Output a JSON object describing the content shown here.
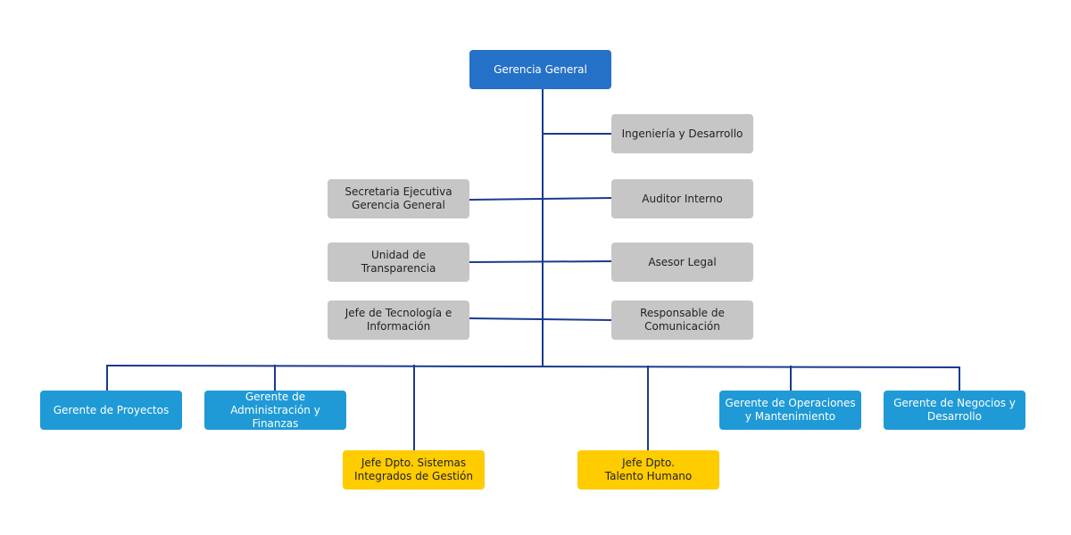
{
  "org_chart": {
    "root": "Gerencia General",
    "staff_right": [
      "Ingeniería y Desarrollo",
      "Auditor Interno",
      "Asesor Legal",
      "Responsable de\nComunicación"
    ],
    "staff_left": [
      "Secretaria Ejecutiva\nGerencia General",
      "Unidad de\nTransparencia",
      "Jefe de Tecnología e\nInformación"
    ],
    "managers": [
      "Gerente de Proyectos",
      "Gerente de\nAdministración y Finanzas",
      "Gerente de Operaciones\ny Mantenimiento",
      "Gerente de Negocios y\nDesarrollo"
    ],
    "department_heads": [
      "Jefe Dpto. Sistemas\nIntegrados de Gestión",
      "Jefe Dpto.\nTalento Humano"
    ]
  },
  "colors": {
    "root": "#2671c8",
    "staff": "#c6c6c6",
    "managers": "#1f9ad6",
    "department_heads": "#ffcc00",
    "connector": "#1a3a8f"
  }
}
